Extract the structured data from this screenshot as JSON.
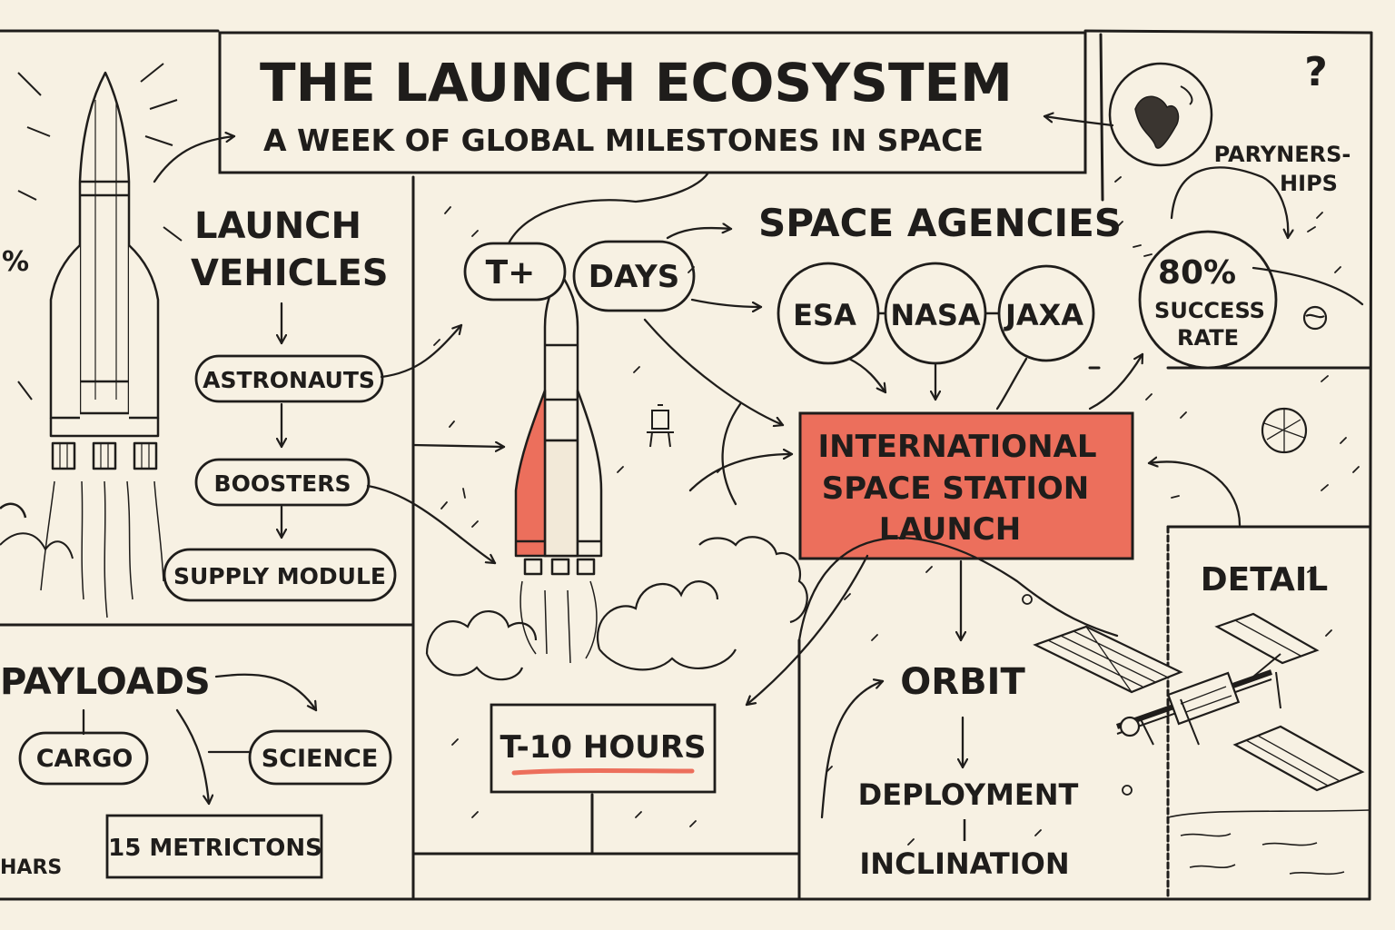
{
  "title": "THE LAUNCH ECOSYSTEM",
  "subtitle": "A WEEK OF GLOBAL MILESTONES IN SPACE",
  "launch_vehicles": {
    "heading_line1": "LAUNCH",
    "heading_line2": "VEHICLES",
    "items": [
      "ASTRONAUTS",
      "BOOSTERS",
      "SUPPLY MODULE"
    ]
  },
  "timeline": {
    "t_plus": "T+",
    "days": "DAYS",
    "countdown": "T-10 HOURS"
  },
  "agencies": {
    "heading": "SPACE AGENCIES",
    "items": [
      "ESA",
      "NASA",
      "JAXA"
    ]
  },
  "partnerships": {
    "label_line1": "PARYNERS-",
    "label_line2": "HIPS",
    "question": "?"
  },
  "success": {
    "value": "80%",
    "label_line1": "SUCCESS",
    "label_line2": "RATE"
  },
  "center": {
    "line1": "INTERNATIONAL",
    "line2": "SPACE STATION",
    "line3": "LAUNCH"
  },
  "payloads": {
    "heading": "PAYLOADS",
    "items": [
      "CARGO",
      "SCIENCE"
    ],
    "mass": "15 METRICTONS",
    "edge_text": "HARS"
  },
  "orbit": {
    "heading": "ORBIT",
    "items": [
      "DEPLOYMENT",
      "INCLINATION"
    ]
  },
  "detail": {
    "heading": "DETAIL"
  },
  "margin_mark": "%",
  "colors": {
    "background": "#f7f1e3",
    "ink": "#1f1d1b",
    "accent": "#ec6f5c",
    "accent_dark": "#d6553f"
  }
}
